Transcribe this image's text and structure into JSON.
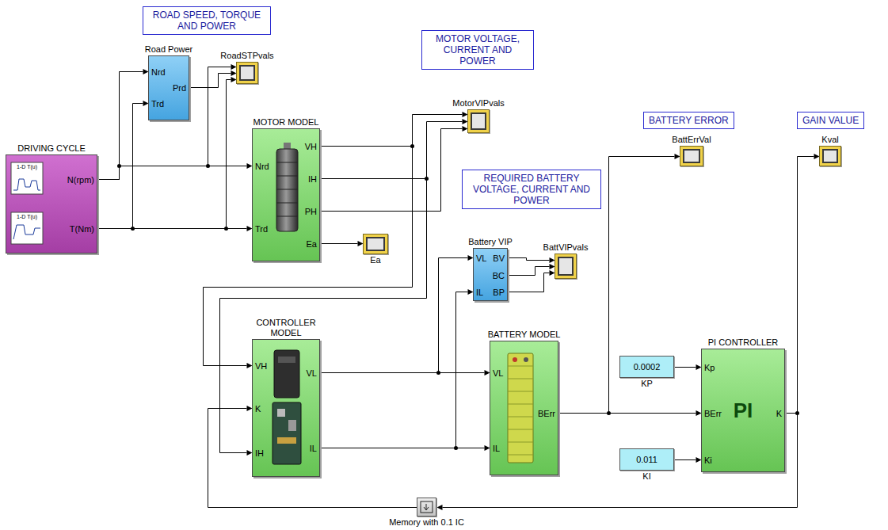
{
  "diagram": {
    "nodes": [
      {
        "text": [
          "ROAD SPEED, TORQUE AND POWER"
        ]
      },
      {
        "text": [
          "DRIVING CYCLE",
          "N(rpm)",
          "T(Nm)"
        ]
      },
      {
        "text": [
          "Road Power",
          "Nrd",
          "Trd",
          "Prd"
        ]
      },
      {
        "text": [
          "RoadSTPvals"
        ]
      },
      {
        "text": [
          "MOTOR VOLTAGE, CURRENT AND POWER"
        ]
      },
      {
        "text": [
          "MotorVIPvals"
        ]
      },
      {
        "text": [
          "MOTOR MODEL",
          "Nrd",
          "Trd",
          "VH",
          "IH",
          "PH",
          "Ea"
        ]
      },
      {
        "text": [
          "Ea"
        ]
      },
      {
        "text": [
          "REQUIRED BATTERY VOLTAGE, CURRENT AND POWER"
        ]
      },
      {
        "text": [
          "BATTERY ERROR"
        ]
      },
      {
        "text": [
          "GAIN VALUE"
        ]
      },
      {
        "text": [
          "BattErrVal"
        ]
      },
      {
        "text": [
          "Kval"
        ]
      },
      {
        "text": [
          "Battery VIP",
          "VL",
          "IL",
          "BV",
          "BC",
          "BP"
        ]
      },
      {
        "text": [
          "BattVIPvals"
        ]
      },
      {
        "text": [
          "CONTROLLER MODEL",
          "VH",
          "K",
          "IH",
          "VL",
          "IL"
        ]
      },
      {
        "text": [
          "BATTERY MODEL",
          "VL",
          "IL",
          "BErr"
        ]
      },
      {
        "text": [
          "0.0002",
          "KP"
        ]
      },
      {
        "text": [
          "PI CONTROLLER",
          "Kp",
          "BErr",
          "Ki",
          "K",
          "PI"
        ]
      },
      {
        "text": [
          "0.011",
          "KI"
        ]
      },
      {
        "text": [
          "Memory with 0.1 IC"
        ]
      }
    ],
    "edges": [
      {
        "from": 1,
        "to": 2,
        "arrow": "to"
      },
      {
        "from": 1,
        "to": 6,
        "arrow": "to"
      },
      {
        "from": 1,
        "to": 3,
        "arrow": "to"
      },
      {
        "from": 1,
        "to": 2,
        "arrow": "to"
      },
      {
        "from": 1,
        "to": 6,
        "arrow": "to"
      },
      {
        "from": 1,
        "to": 3,
        "arrow": "to"
      },
      {
        "from": 2,
        "to": 3,
        "arrow": "to"
      },
      {
        "from": 6,
        "to": 5,
        "arrow": "to"
      },
      {
        "from": 6,
        "to": 5,
        "arrow": "to"
      },
      {
        "from": 6,
        "to": 5,
        "arrow": "to"
      },
      {
        "from": 6,
        "to": 7,
        "arrow": "to"
      },
      {
        "from": 6,
        "to": 15,
        "arrow": "to"
      },
      {
        "from": 6,
        "to": 15,
        "arrow": "to"
      },
      {
        "from": 15,
        "to": 13,
        "arrow": "to"
      },
      {
        "from": 15,
        "to": 16,
        "arrow": "to"
      },
      {
        "from": 15,
        "to": 13,
        "arrow": "to"
      },
      {
        "from": 15,
        "to": 16,
        "arrow": "to"
      },
      {
        "from": 13,
        "to": 14,
        "arrow": "to"
      },
      {
        "from": 13,
        "to": 14,
        "arrow": "to"
      },
      {
        "from": 13,
        "to": 14,
        "arrow": "to"
      },
      {
        "from": 16,
        "to": 11,
        "arrow": "to"
      },
      {
        "from": 16,
        "to": 18,
        "arrow": "to"
      },
      {
        "from": 17,
        "to": 18,
        "arrow": "to"
      },
      {
        "from": 19,
        "to": 18,
        "arrow": "to"
      },
      {
        "from": 18,
        "to": 12,
        "arrow": "to"
      },
      {
        "from": 18,
        "to": 20,
        "arrow": "to"
      },
      {
        "from": 20,
        "to": 15,
        "arrow": "to"
      }
    ],
    "labels": [
      "1-D T(u)",
      "1-D T(u)"
    ]
  }
}
